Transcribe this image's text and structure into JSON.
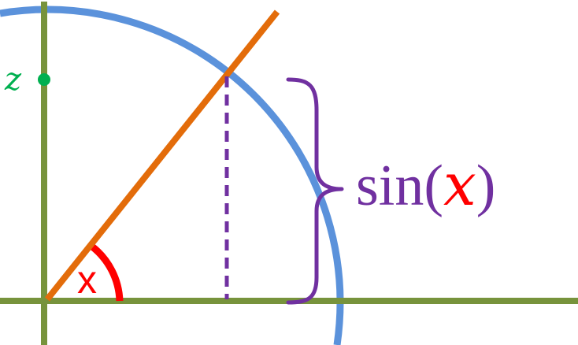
{
  "diagram": {
    "point_label": "z",
    "angle_label": "x",
    "sin_func": "sin",
    "sin_open": "(",
    "sin_arg": "x",
    "sin_close": ")"
  },
  "colors": {
    "axes": "#77933C",
    "circle": "#5B92DB",
    "ray": "#E36C0A",
    "dashed": "#7030A0",
    "brace": "#7030A0",
    "sin_text": "#7030A0",
    "angle": "#FF0000",
    "point": "#00B050"
  }
}
